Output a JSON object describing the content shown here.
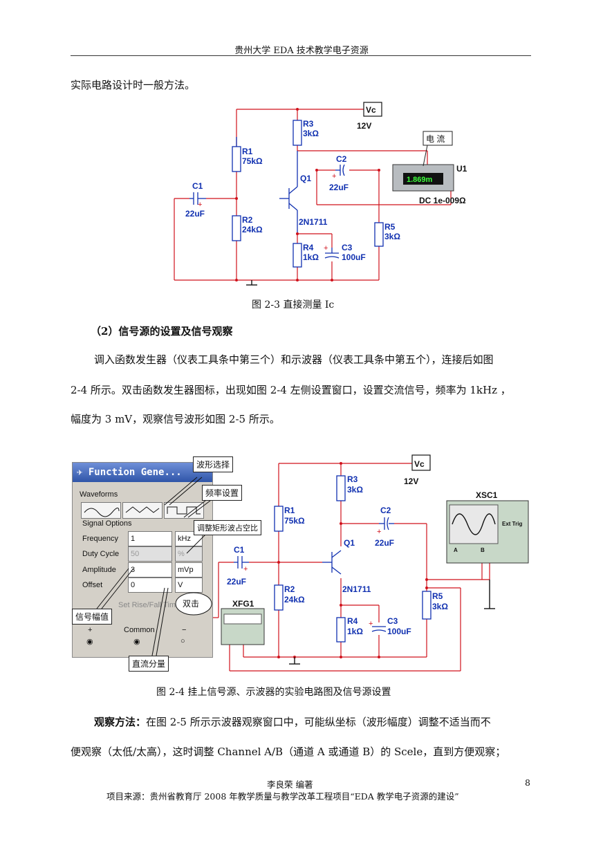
{
  "header": {
    "title": "贵州大学 EDA 技术教学电子资源"
  },
  "intro_line": "实际电路设计时一般方法。",
  "fig23": {
    "caption": "图 2-3    直接测量 Ic",
    "vc_label": "Vc",
    "vc_value": "12V",
    "r3": "R3",
    "r3v": "3kΩ",
    "r1": "R1",
    "r1v": "75kΩ",
    "r2": "R2",
    "r2v": "24kΩ",
    "c1": "C1",
    "c1v": "22uF",
    "c2": "C2",
    "c2v": "22uF",
    "q1": "Q1",
    "q1m": "2N1711",
    "r4": "R4",
    "r4v": "1kΩ",
    "c3": "C3",
    "c3v": "100uF",
    "r5": "R5",
    "r5v": "3kΩ",
    "u1": "U1",
    "meter_value": "1.869m",
    "meter_mode": "DC  1e-009Ω",
    "callout": "电    流"
  },
  "section2": {
    "title": "（2）信号源的设置及信号观察"
  },
  "para2": {
    "line1": "调入函数发生器（仪表工具条中第三个）和示波器（仪表工具条中第五个），连接后如图",
    "line2": "2-4 所示。双击函数发生器图标，出现如图 2-4 左侧设置窗口，设置交流信号，频率为 1kHz ，",
    "line3": "幅度为 3 mV，观察信号波形如图 2-5 所示。"
  },
  "fig24": {
    "caption": "图 2-4  挂上信号源、示波器的实验电路图及信号源设置",
    "window_title": "Function Gene...",
    "waveforms": "Waveforms",
    "signal_options": "Signal Options",
    "rows": [
      {
        "label": "Frequency",
        "value": "1",
        "unit": "kHz"
      },
      {
        "label": "Duty Cycle",
        "value": "50",
        "unit": "%"
      },
      {
        "label": "Amplitude",
        "value": "3",
        "unit": "mVp"
      },
      {
        "label": "Offset",
        "value": "0",
        "unit": "V"
      }
    ],
    "rise_fall": "Set Rise/Fall Time",
    "plus": "+",
    "common": "Common",
    "minus": "−",
    "callouts": {
      "waveform": "波形选择",
      "frequency": "频率设置",
      "duty": "调整矩形波占空比",
      "dblclick": "双击",
      "amplitude": "信号幅值",
      "offset": "直流分量"
    },
    "xfg": "XFG1",
    "xsc": "XSC1",
    "ext_trig": "Ext Trig",
    "chA": "A",
    "chB": "B",
    "vc_label": "Vc",
    "vc_value": "12V",
    "r3": "R3",
    "r3v": "3kΩ",
    "r1": "R1",
    "r1v": "75kΩ",
    "r2": "R2",
    "r2v": "24kΩ",
    "c1": "C1",
    "c1v": "22uF",
    "c2": "C2",
    "c2v": "22uF",
    "q1": "Q1",
    "q1m": "2N1711",
    "r4": "R4",
    "r4v": "1kΩ",
    "c3": "C3",
    "c3v": "100uF",
    "r5": "R5",
    "r5v": "3kΩ"
  },
  "obs": {
    "bold": "观察方法：",
    "line1": "在图 2-5 所示示波器观察窗口中，可能纵坐标（波形幅度）调整不适当而不",
    "line2": "便观察（太低/太高），这时调整 Channel A/B（通道 A 或通道 B）的 Scele，直到方便观察；"
  },
  "footer": {
    "author": "李良荣  编著",
    "page": "8",
    "source": "项目来源：贵州省教育厅 2008 年教学质量与教学改革工程项目“EDA 教学电子资源的建设”"
  }
}
